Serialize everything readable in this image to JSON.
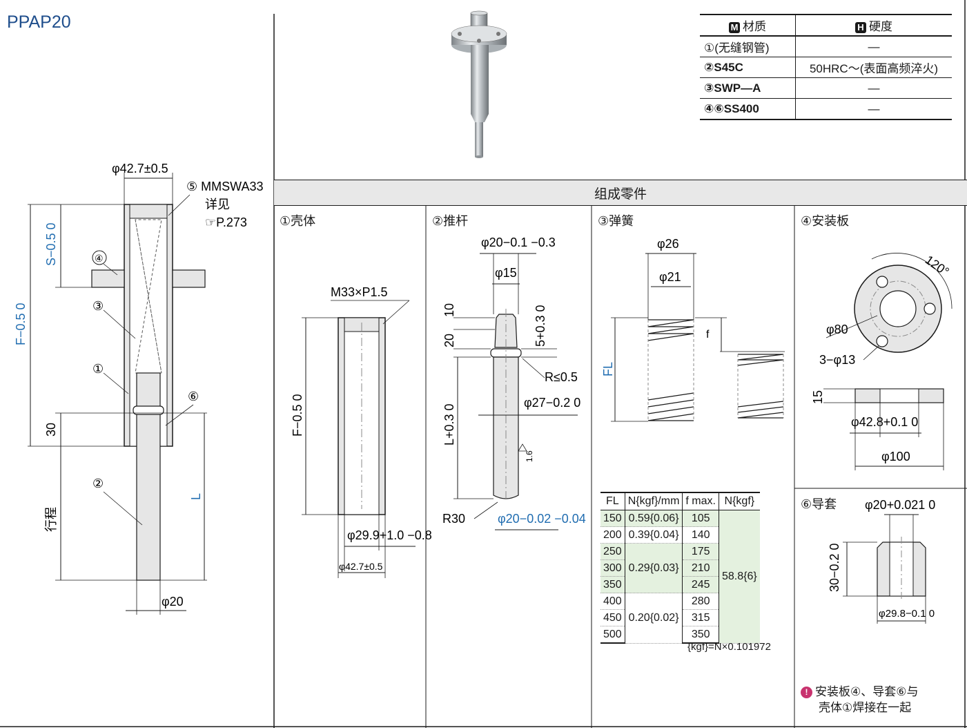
{
  "title": "PPAP20",
  "section_title": "组成零件",
  "materials_table": {
    "headers": [
      "材质",
      "硬度"
    ],
    "header_badges": [
      "M",
      "H"
    ],
    "rows": [
      {
        "part": "①(无缝钢管)",
        "hardness": "—"
      },
      {
        "part": "②S45C",
        "hardness": "50HRC～(表面高频淬火)"
      },
      {
        "part": "③SWP—A",
        "hardness": "—"
      },
      {
        "part": "④⑥SS400",
        "hardness": "—"
      }
    ]
  },
  "assembly": {
    "dim_top": "φ42.7±0.5",
    "callout5": "⑤ MMSWA33",
    "callout5_line2": "详见",
    "callout5_ref": "☞P.273",
    "dim_s": "S−0.5 0",
    "dim_f": "F−0.5 0",
    "dim_30": "30",
    "dim_stroke": "行程",
    "dim_l": "L",
    "dim_bottom": "φ20",
    "markers": [
      "①",
      "②",
      "③",
      "④",
      "⑥"
    ]
  },
  "parts": {
    "p1": {
      "title": "①壳体",
      "thread": "M33×P1.5",
      "dim_f": "F−0.5 0",
      "dim_inner": "φ29.9+1.0 −0.8",
      "dim_outer": "φ42.7±0.5"
    },
    "p2": {
      "title": "②推杆",
      "dim_top": "φ20−0.1 −0.3",
      "dim_15": "φ15",
      "dim_10": "10",
      "dim_20": "20",
      "dim_5": "5+0.3 0",
      "dim_r": "R≤0.5",
      "dim_27": "φ27−0.2 0",
      "dim_l": "L+0.3 0",
      "dim_rough": "1.6",
      "dim_r30": "R30",
      "dim_bottom": "φ20−0.02 −0.04"
    },
    "p3": {
      "title": "③弹簧",
      "dim_26": "φ26",
      "dim_21": "φ21",
      "dim_fl": "FL",
      "dim_f": "f"
    },
    "p4": {
      "title": "④安装板",
      "dim_120": "120°",
      "dim_80": "φ80",
      "dim_holes": "3−φ13",
      "dim_15": "15",
      "dim_428": "φ42.8+0.1 0",
      "dim_100": "φ100"
    },
    "p6": {
      "title": "⑥导套",
      "dim_top": "φ20+0.021 0",
      "dim_30": "30−0.2 0",
      "dim_bottom": "φ29.8−0.1 0"
    }
  },
  "spring_table": {
    "headers": [
      "FL",
      "N{kgf}/mm",
      "f max.",
      "N{kgf}"
    ],
    "fl": [
      "150",
      "200",
      "250",
      "300",
      "350",
      "400",
      "450",
      "500"
    ],
    "rate_groups": [
      {
        "text": "0.59{0.06}"
      },
      {
        "text": "0.39{0.04}"
      },
      {
        "text": "0.29{0.03}"
      },
      {
        "text": "0.20{0.02}"
      }
    ],
    "fmax": [
      "105",
      "140",
      "175",
      "210",
      "245",
      "280",
      "315",
      "350"
    ],
    "load": "58.8{6}"
  },
  "kgf_note": "{kgf}=N×0.101972",
  "weld_note_line1": "安装板④、导套⑥与",
  "weld_note_line2": "壳体①焊接在一起",
  "colors": {
    "accent_blue": "#1f6cb0",
    "title_blue": "#1f4e8c",
    "table_green": "#e4f1df"
  }
}
